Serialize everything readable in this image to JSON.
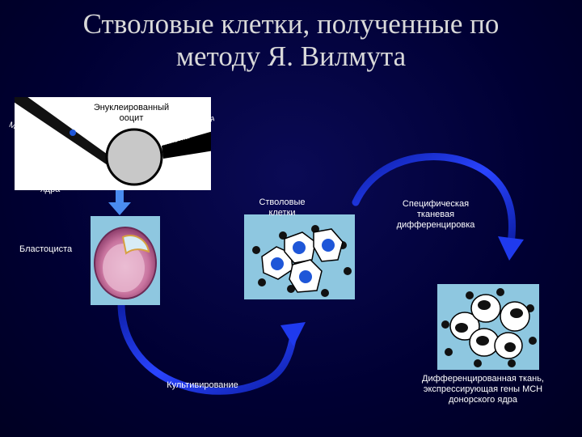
{
  "title_line1": "Стволовые клетки, полученные по",
  "title_line2": "методу Я. Вилмута",
  "labels": {
    "micropipette": "Микропипетка",
    "enucleated_oocyte": "Энуклеированный ооцит",
    "holding_pipette": "Удерживающая пипетка",
    "nucleus_transfer": "Перенос донорского ядра",
    "blastocyst": "Бластоциста",
    "stem_cells": "Стволовые клетки",
    "specific_differentiation": "Специфическая тканевая дифференцировка",
    "cultivation": "Культивирование",
    "differentiated_tissue": "Дифференцированная ткань, экспрессирующая гены МСН донорского ядра"
  },
  "colors": {
    "background": "#000033",
    "arrow": "#1a2ed6",
    "nucleus_blue": "#1e56d8",
    "text": "#ffffff"
  }
}
